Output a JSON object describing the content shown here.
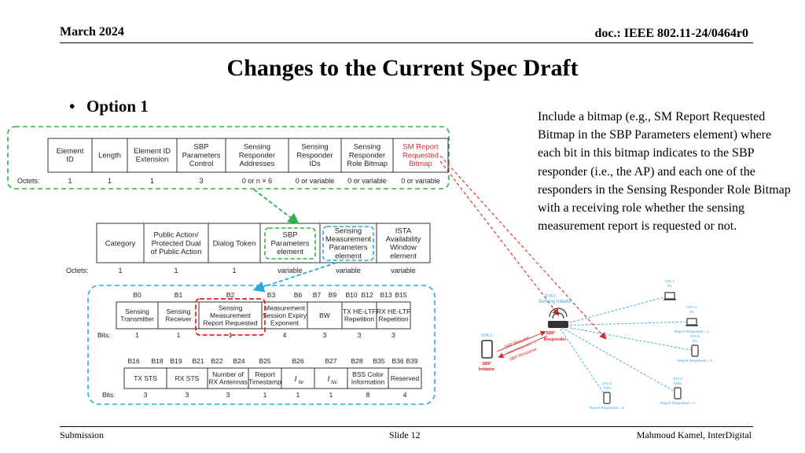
{
  "header": {
    "date": "March 2024",
    "doc": "doc.: IEEE 802.11-24/0464r0"
  },
  "title": "Changes to the Current Spec Draft",
  "bullet": "Option 1",
  "description": "Include a bitmap (e.g., SM Report Requested Bitmap in the SBP Parameters element) where each bit in this bitmap indicates to the SBP responder (i.e., the AP) and each one of the responders in the Sensing Responder Role Bitmap with a receiving role whether the sensing measurement report is requested or not.",
  "footer": {
    "left": "Submission",
    "center": "Slide 12",
    "right": "Mahmoud Kamel, InterDigital"
  },
  "sbp_element": {
    "fields": [
      [
        "Element",
        "ID"
      ],
      [
        "Length"
      ],
      [
        "Element ID",
        "Extension"
      ],
      [
        "SBP",
        "Parameters",
        "Control"
      ],
      [
        "Sensing",
        "Responder",
        "Addresses"
      ],
      [
        "Sensing",
        "Responder",
        "IDs"
      ],
      [
        "Sensing",
        "Responder",
        "Role Bitmap"
      ],
      [
        "SM Report",
        "Requested",
        "Bitmap"
      ]
    ],
    "octets_label": "Octets:",
    "octets": [
      "1",
      "1",
      "1",
      "3",
      "0 or n × 6",
      "0 or variable",
      "0 or variable",
      "0 or variable"
    ]
  },
  "action_frame": {
    "fields": [
      [
        "Category"
      ],
      [
        "Public Action/",
        "Protected Dual",
        "of Public Action"
      ],
      [
        "Dialog Token"
      ],
      [
        "SBP",
        "Parameters",
        "element"
      ],
      [
        "Sensing",
        "Measurement",
        "Parameters",
        "element"
      ],
      [
        "ISTA",
        "Availability",
        "Window",
        "element"
      ]
    ],
    "octets_label": "Octets:",
    "octets": [
      "1",
      "1",
      "1",
      "variable",
      "variable",
      "variable"
    ]
  },
  "control_field": {
    "row1_bits": [
      "B0",
      "B1",
      "B2",
      "B3",
      "B6",
      "B7",
      "B9",
      "B10",
      "B12",
      "B13",
      "B15"
    ],
    "row1_fields": [
      [
        "Sensing",
        "Transmitter"
      ],
      [
        "Sensing",
        "Receiver"
      ],
      [
        "Sensing",
        "Measurement",
        "Report Requested"
      ],
      [
        "Measurement",
        "Session Expiry",
        "Exponent"
      ],
      [
        "BW"
      ],
      [
        "TX HE-LTF",
        "Repetition"
      ],
      [
        "RX HE-LTF",
        "Repetition"
      ]
    ],
    "row1_sizes": [
      "1",
      "1",
      "1",
      "4",
      "3",
      "3",
      "3"
    ],
    "row2_bits": [
      "B16",
      "B18",
      "B19",
      "B21",
      "B22",
      "B24",
      "B25",
      "B26",
      "B27",
      "B28",
      "B35",
      "B36",
      "B39"
    ],
    "row2_fields": [
      [
        "TX STS"
      ],
      [
        "RX STS"
      ],
      [
        "Number of",
        "RX Antennas"
      ],
      [
        "Report",
        "Timestamp"
      ],
      [
        "I_Nr"
      ],
      [
        "I_Nc"
      ],
      [
        "BSS Color",
        "Information"
      ],
      [
        "Reserved"
      ]
    ],
    "row2_sizes": [
      "3",
      "3",
      "3",
      "1",
      "1",
      "1",
      "8",
      "4"
    ],
    "bits_label": "Bits:"
  },
  "network": {
    "initiator": {
      "id": "STA 1",
      "role": "SBP Initiator"
    },
    "responder": {
      "label_top": "STA 1",
      "label_sub": "Sensing Initiator",
      "role": "SBP Responder"
    },
    "arrows": [
      "SBP Request",
      "Report Requested = 1",
      "SBP Response"
    ],
    "stations": [
      {
        "id": "STA 2",
        "role": "Rx",
        "report": ""
      },
      {
        "id": "STA 4",
        "role": "Rx",
        "report": "Report Requested = 1"
      },
      {
        "id": "STA 5",
        "role": "Rx",
        "report": "Report Requested = 0"
      },
      {
        "id": "STA 6",
        "role": "TxRx",
        "report": "Report Requested = 1"
      },
      {
        "id": "STA 3",
        "role": "TxRx",
        "report": "Report Requested = 0"
      }
    ]
  },
  "colors": {
    "green": "#2fb24a",
    "blue": "#29a8e0",
    "red": "#e0262a",
    "light_blue": "#3aa6dd"
  }
}
